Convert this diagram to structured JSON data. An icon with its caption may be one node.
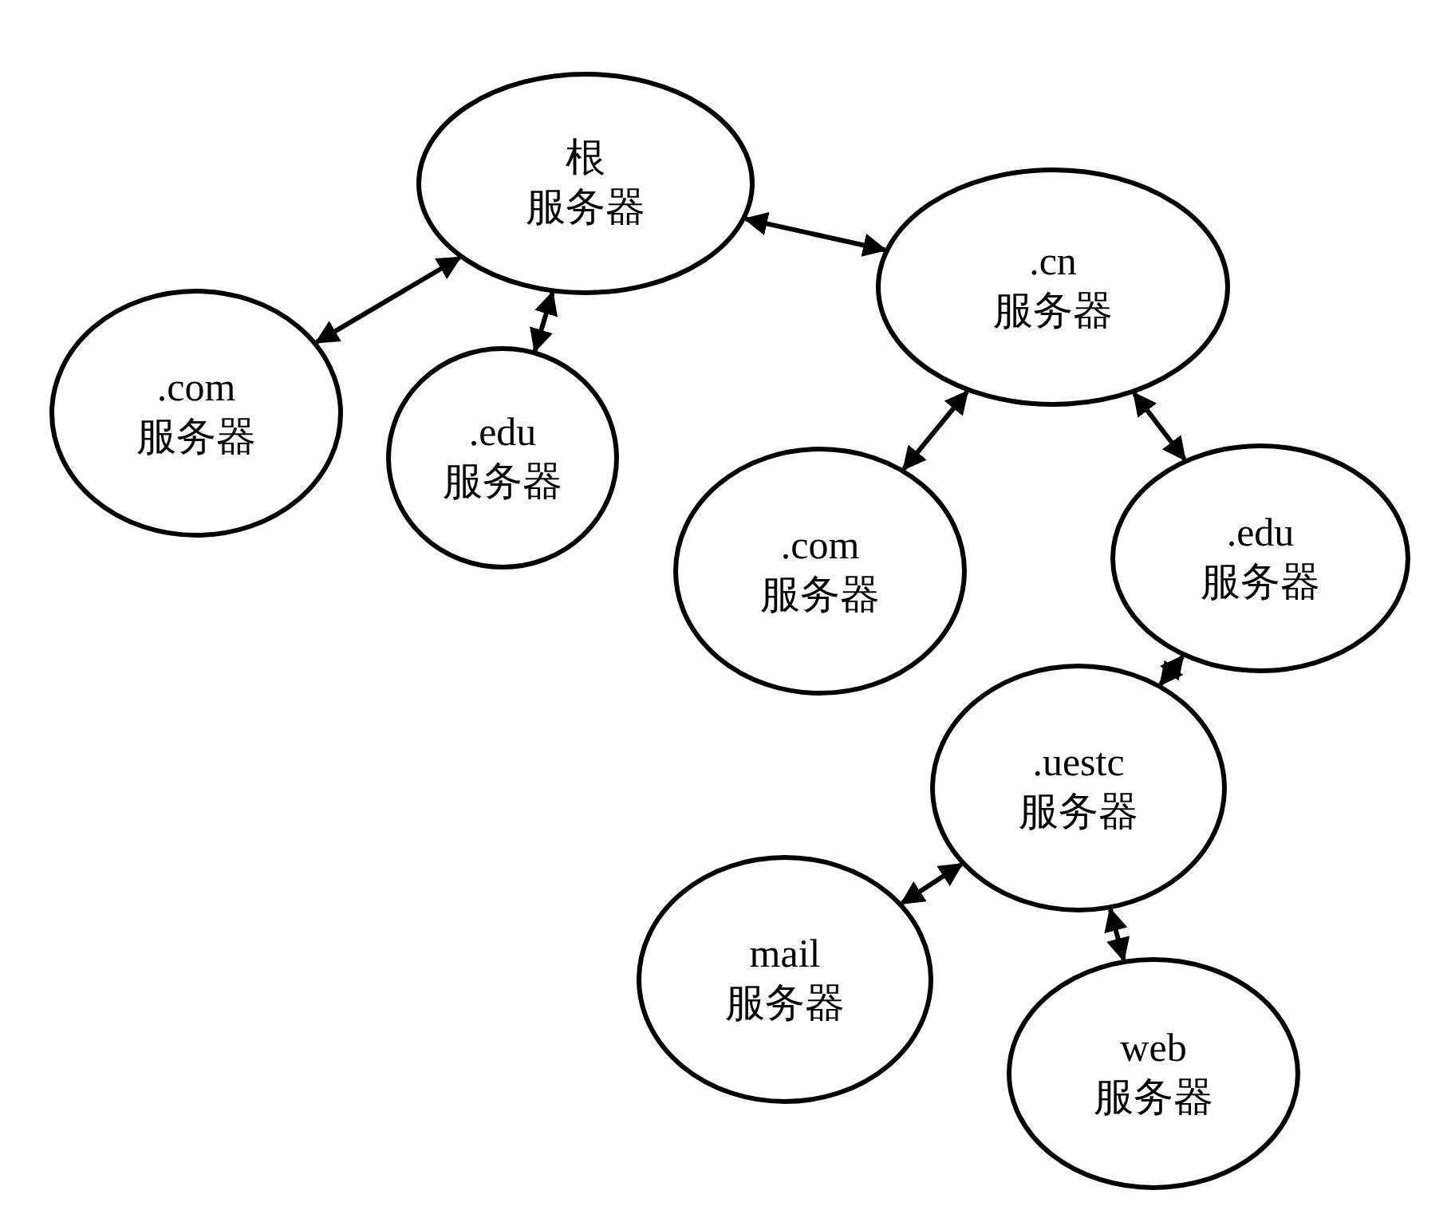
{
  "diagram": {
    "nodes": [
      {
        "text": [
          "根",
          "服务器"
        ]
      },
      {
        "text": [
          ".com",
          "服务器"
        ]
      },
      {
        "text": [
          ".edu",
          "服务器"
        ]
      },
      {
        "text": [
          ".cn",
          "服务器"
        ]
      },
      {
        "text": [
          ".com",
          "服务器"
        ]
      },
      {
        "text": [
          ".edu",
          "服务器"
        ]
      },
      {
        "text": [
          ".uestc",
          "服务器"
        ]
      },
      {
        "text": [
          "mail",
          "服务器"
        ]
      },
      {
        "text": [
          "web",
          "服务器"
        ]
      }
    ],
    "edges": [
      {
        "from": 0,
        "to": 1,
        "arrow": "both"
      },
      {
        "from": 0,
        "to": 2,
        "arrow": "both"
      },
      {
        "from": 0,
        "to": 3,
        "arrow": "both"
      },
      {
        "from": 3,
        "to": 4,
        "arrow": "both"
      },
      {
        "from": 3,
        "to": 5,
        "arrow": "both"
      },
      {
        "from": 5,
        "to": 6,
        "arrow": "both"
      },
      {
        "from": 6,
        "to": 7,
        "arrow": "both"
      },
      {
        "from": 6,
        "to": 8,
        "arrow": "both"
      }
    ]
  }
}
